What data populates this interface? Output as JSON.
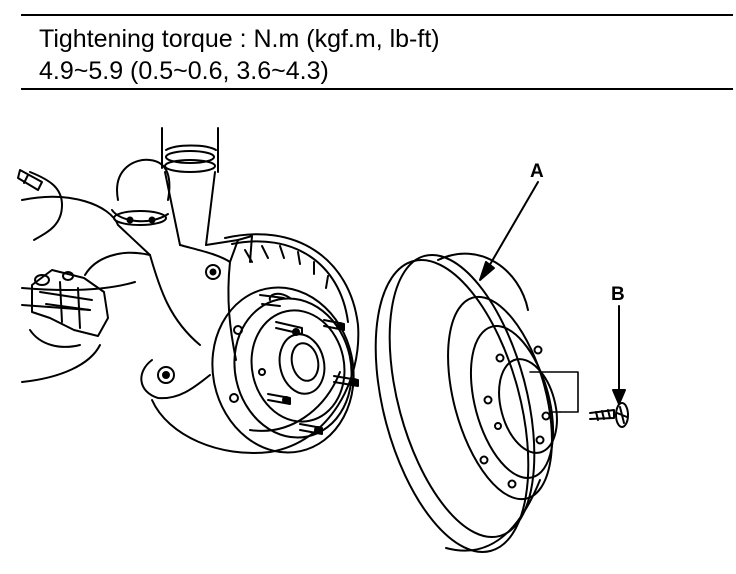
{
  "spec": {
    "line1": "Tightening torque : N.m (kgf.m, lb-ft)",
    "line2": "4.9~5.9 (0.5~0.6, 3.6~4.3)"
  },
  "callouts": {
    "a": "A",
    "b": "B"
  }
}
